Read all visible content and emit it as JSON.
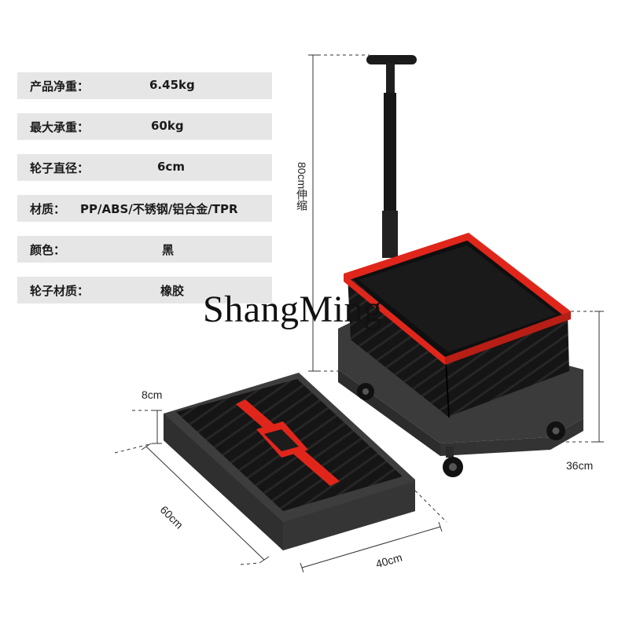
{
  "specs": [
    {
      "label": "产品净重：",
      "value": "6.45kg"
    },
    {
      "label": "最大承重：",
      "value": "60kg"
    },
    {
      "label": "轮子直径：",
      "value": "6cm"
    },
    {
      "label": "材质：",
      "value": "PP/ABS/不锈钢/铝合金/TPR"
    },
    {
      "label": "颜色：",
      "value": "黑"
    },
    {
      "label": "轮子材质：",
      "value": "橡胶"
    }
  ],
  "dimensions": {
    "handle_height": "80cm伸缩",
    "lid_thickness": "8cm",
    "length": "60cm",
    "width": "40cm",
    "body_height": "36cm"
  },
  "watermark": "ShangMing",
  "colors": {
    "row_bg": "#e6e6e6",
    "body_black": "#141414",
    "base_grey": "#3d3d3d",
    "accent_red": "#e0261b"
  },
  "product": "folding-cart-with-telescopic-handle"
}
